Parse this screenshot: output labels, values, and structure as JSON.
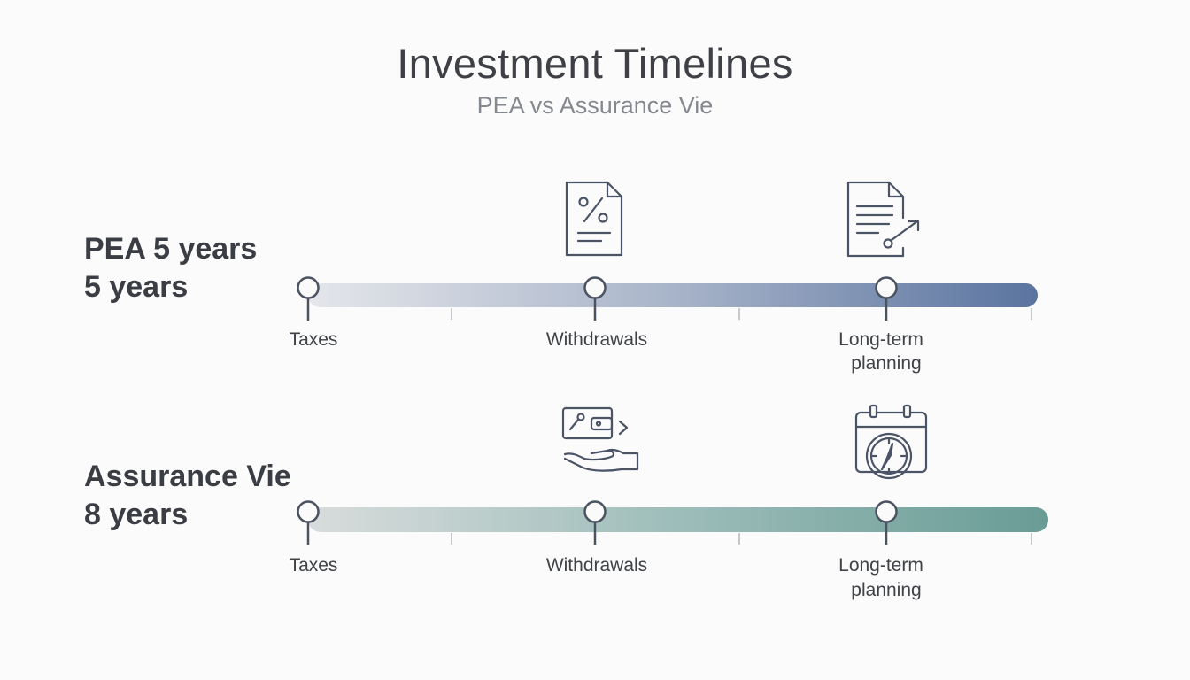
{
  "title": "Investment Timelines",
  "subtitle": "PEA vs Assurance Vie",
  "colors": {
    "pea_start": "#e4e6ea",
    "pea_end": "#5a74a0",
    "av_start": "#d8dcdc",
    "av_end": "#6a9c96",
    "node_stroke": "#4b5261",
    "icon_stroke": "#4a5466"
  },
  "rows": [
    {
      "label_line1": "PEA 5 years",
      "label_line2": "5 years",
      "stages": [
        {
          "label": "Taxes"
        },
        {
          "label": "Withdrawals"
        },
        {
          "label": "Long-term planning",
          "line1": "Long-term",
          "line2": "planning"
        }
      ],
      "icons": [
        "percent-document-icon",
        "contract-signing-icon"
      ]
    },
    {
      "label_line1": "Assurance Vie",
      "label_line2": "8 years",
      "stages": [
        {
          "label": "Taxes"
        },
        {
          "label": "Withdrawals"
        },
        {
          "label": "Long-term planning",
          "line1": "Long-term",
          "line2": "planning"
        }
      ],
      "icons": [
        "wallet-hand-icon",
        "calendar-clock-icon"
      ]
    }
  ]
}
